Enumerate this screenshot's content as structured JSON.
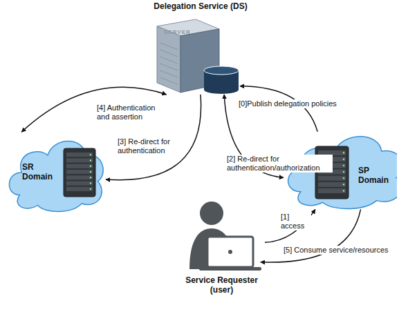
{
  "diagram": {
    "nodes": [
      {
        "text": [
          "Delegation Service (DS)"
        ]
      },
      {
        "text": [
          "SR Domain"
        ]
      },
      {
        "text": [
          "SP Domain"
        ]
      },
      {
        "text": [
          "Service Requester (user)"
        ]
      }
    ],
    "edges": [
      {
        "from": 2,
        "to": 0,
        "label": "[0]Publish delegation policies",
        "arrow": "to"
      },
      {
        "from": 3,
        "to": 2,
        "label": "[1] access",
        "arrow": "to"
      },
      {
        "from": 0,
        "to": 2,
        "label": "[2] Re-direct for authentication/authorization",
        "arrow": "both"
      },
      {
        "from": 0,
        "to": 1,
        "label": "[3] Re-direct for authentication",
        "arrow": "to"
      },
      {
        "from": 0,
        "to": 1,
        "label": "[4] Authentication and assertion",
        "arrow": "both"
      },
      {
        "from": 2,
        "to": 3,
        "label": "[5] Consume service/resources",
        "arrow": "to"
      }
    ],
    "labels": [
      "SERVER"
    ]
  }
}
